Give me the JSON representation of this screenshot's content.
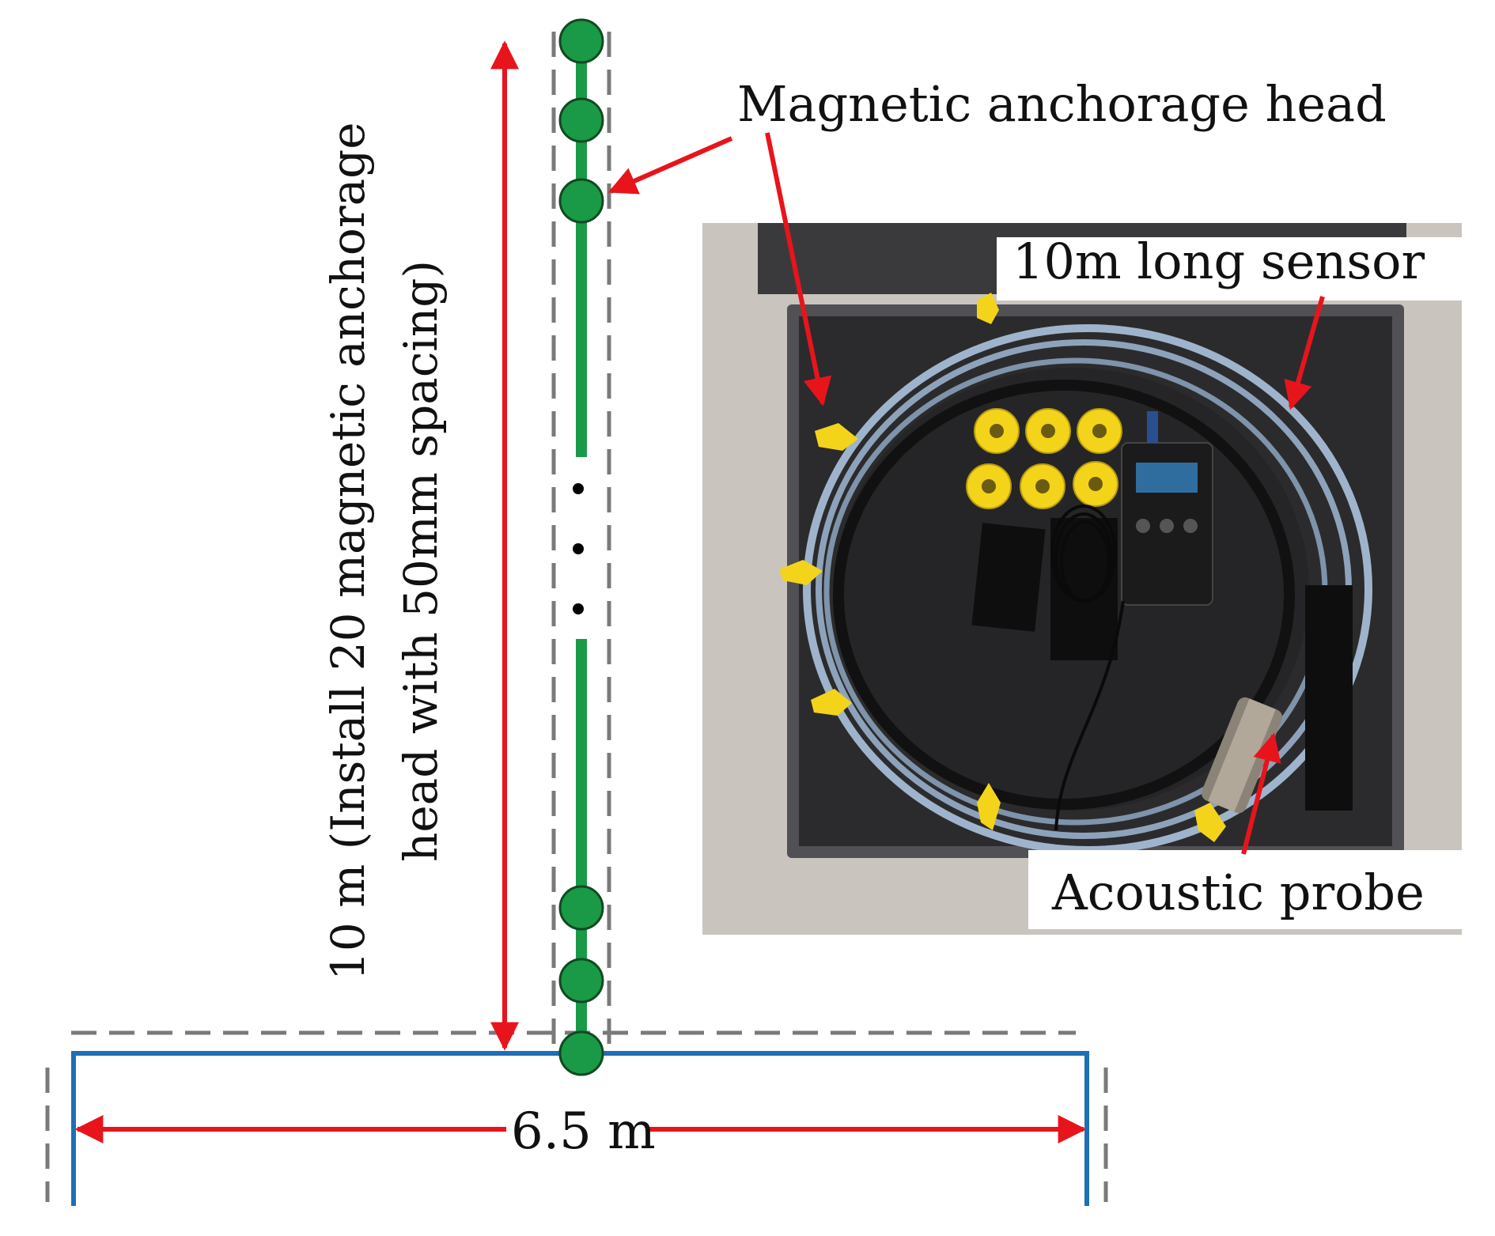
{
  "labels": {
    "magnetic_head": "Magnetic anchorage head",
    "sensor": "10m long sensor",
    "probe": "Acoustic probe",
    "vertical_line1": "10 m (Install 20 magnetic anchorage",
    "vertical_line2": "head with 50mm spacing)",
    "width": "6.5 m"
  },
  "colors": {
    "anchor_green": "#1a9a46",
    "arrow_red": "#e8141c",
    "base_blue": "#1e6fb5",
    "dash_gray": "#7a7a7a",
    "foam_dark": "#2b2b2d",
    "ring_blue": "#9fb4cc",
    "gear_yellow": "#f3d41a"
  },
  "icons": {
    "anchor_head": "green-circle",
    "ellipsis": "vertical-dots"
  }
}
